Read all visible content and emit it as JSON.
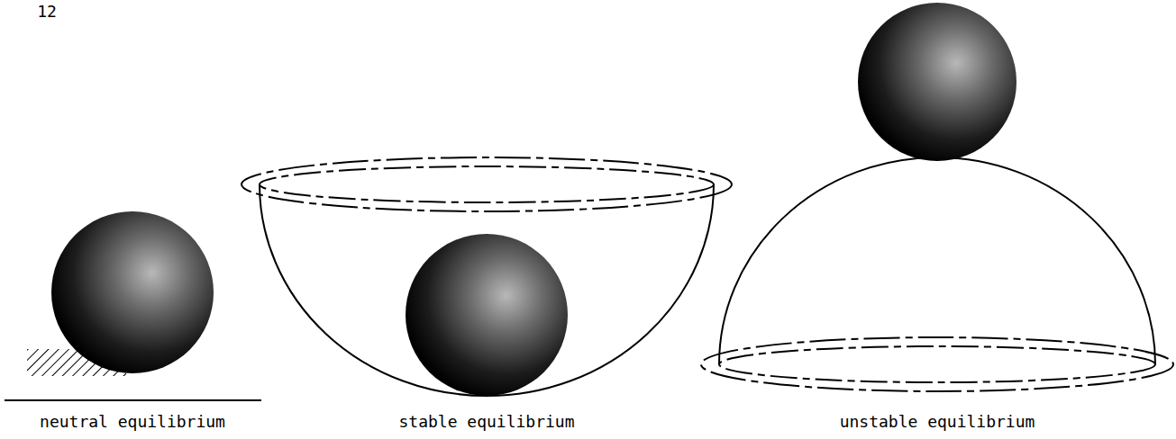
{
  "diagram": {
    "labels": [
      "12",
      "neutral equilibrium",
      "stable equilibrium",
      "unstable equilibrium"
    ]
  }
}
